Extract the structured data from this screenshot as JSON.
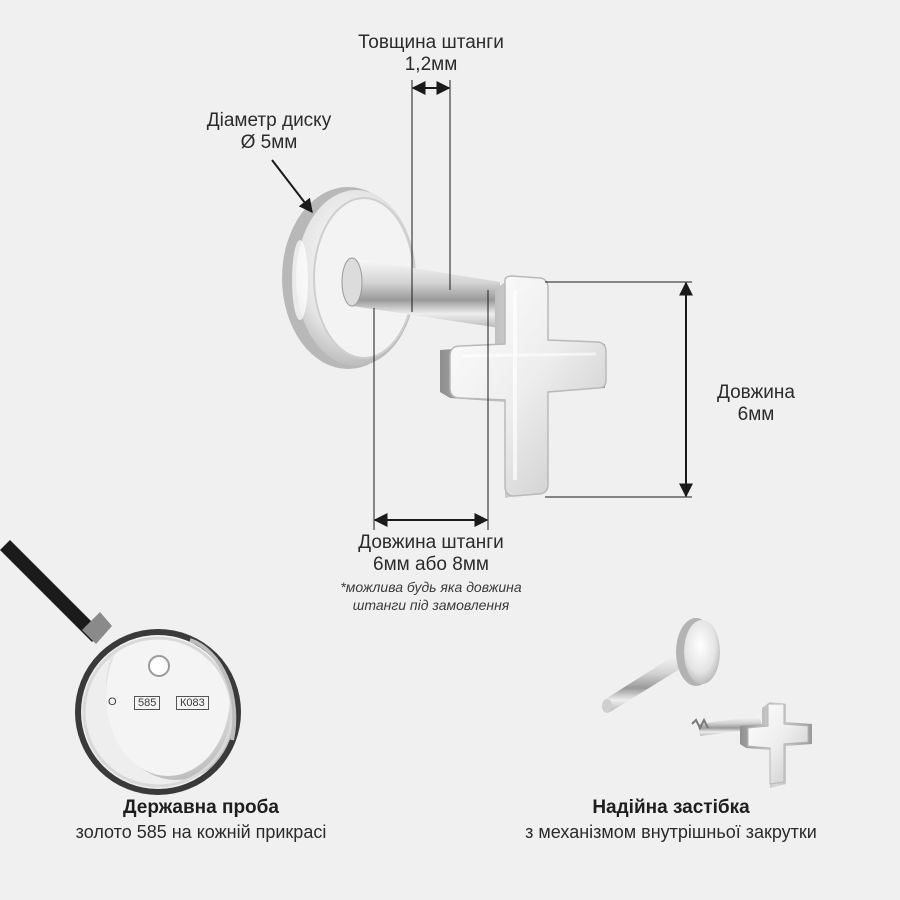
{
  "dimensions": {
    "bar_thickness": {
      "label": "Товщина штанги",
      "value": "1,2мм"
    },
    "disc_diameter": {
      "label": "Діаметр диску",
      "value": "Ø 5мм"
    },
    "length": {
      "label": "Довжина",
      "value": "6мм"
    },
    "bar_length": {
      "label": "Довжина штанги",
      "value": "6мм або 8мм",
      "note_line1": "*можлива будь яка довжина",
      "note_line2": "штанги під замовлення"
    }
  },
  "hallmark": {
    "mark_585": "585",
    "mark_code": "К083",
    "mark_o": "О"
  },
  "features": {
    "hallmark": {
      "title": "Державна проба",
      "subtitle": "золото 585 на кожній прикрасі"
    },
    "clasp": {
      "title": "Надійна застібка",
      "subtitle": "з механізмом внутрішньої закрутки"
    }
  },
  "icons": {
    "product": "cross-earring-illustration",
    "magnifier": "magnifier-icon",
    "parts": "earring-parts-illustration"
  }
}
